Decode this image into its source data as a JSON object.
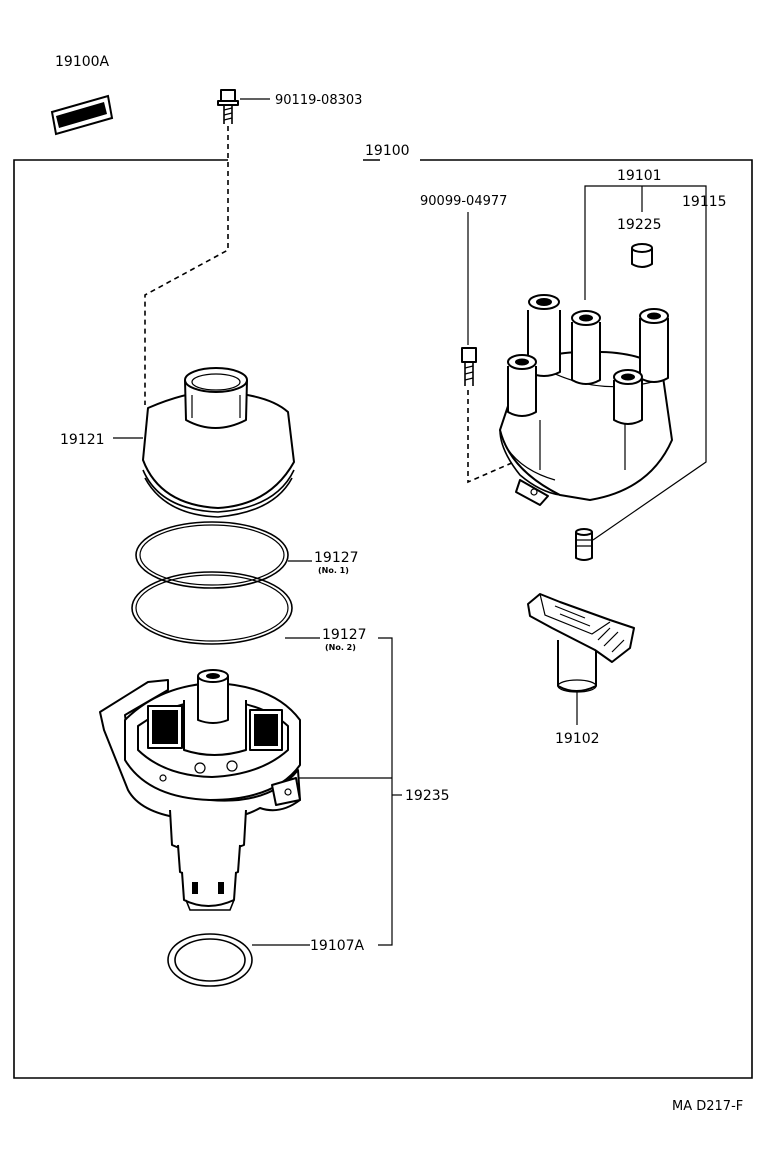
{
  "diagram_id": "MA D217-F",
  "parts": {
    "kit_label": "19100A",
    "bolt_top": "90119-08303",
    "assembly": "19100",
    "cap_group": "19101",
    "screw": "90099-04977",
    "contact": "19115",
    "cap_insert": "19225",
    "cover": "19121",
    "gasket_1": "19127",
    "gasket_1_sub": "(No. 1)",
    "gasket_2": "19127",
    "gasket_2_sub": "(No. 2)",
    "housing": "19235",
    "rotor": "19102",
    "oring": "19107A"
  }
}
